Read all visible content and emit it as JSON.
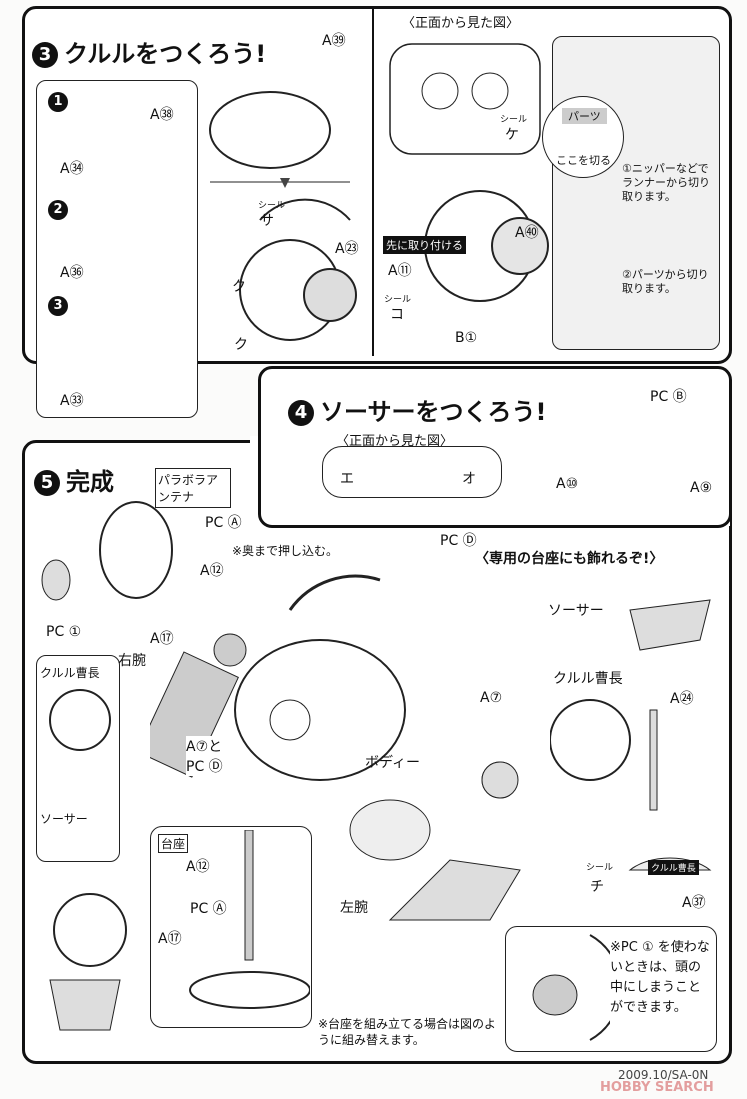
{
  "section3": {
    "number": "3",
    "title": "クルルをつくろう!",
    "steps": [
      "1",
      "2",
      "3"
    ],
    "parts": [
      "A㊳",
      "A㉞",
      "A㊱",
      "A㉝",
      "A㊴",
      "A㉓",
      "A㊵",
      "A⑪",
      "B①"
    ],
    "seals": [
      "サ",
      "ク",
      "ク",
      "ケ",
      "コ"
    ],
    "seal_label": "シール",
    "front_view": "〈正面から見た図〉",
    "attach_first": "先に取り付ける",
    "parts_label": "パーツ",
    "cut_here": "ここを切る",
    "cut_step1": "①ニッパーなどでランナーから切り取ります。",
    "cut_step2": "②パーツから切り取ります。"
  },
  "section4": {
    "number": "4",
    "title": "ソーサーをつくろう!",
    "front_view": "〈正面から見た図〉",
    "seals": [
      "エ",
      "オ"
    ],
    "parts": [
      "PC Ⓑ",
      "A⑩",
      "A⑨"
    ]
  },
  "section5": {
    "number": "5",
    "title": "完成",
    "antenna_label": "パラボラアンテナ",
    "push_note": "※奥まで押し込む。",
    "parts": [
      "PC Ⓐ",
      "A⑫",
      "PC ①",
      "A⑰",
      "A⑦",
      "PC Ⓓ",
      "A⑦とPC Ⓓ",
      "A⑫",
      "PC Ⓐ",
      "A⑰"
    ],
    "labels": {
      "kururu": "クルル曹長",
      "saucer": "ソーサー",
      "right_arm": "右腕",
      "left_arm": "左腕",
      "body": "ボディー",
      "stand": "台座"
    },
    "stand_note": "※台座を組み立てる場合は図のように組み替えます。",
    "display_title": "〈専用の台座にも飾れるぞ!〉",
    "display_parts": [
      "A㉔",
      "A㊲"
    ],
    "display_seal": "チ",
    "display_plate": "クルル曹長",
    "storage_note": "※PC ① を使わないときは、頭の中にしまうことができます。"
  },
  "footer": {
    "code": "2009.10/SA-0N",
    "watermark": "HOBBY SEARCH"
  }
}
